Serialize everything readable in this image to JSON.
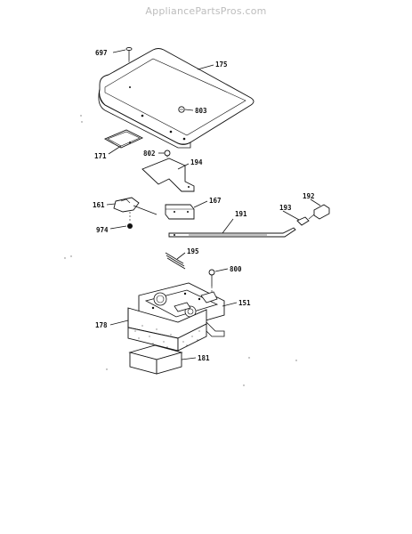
{
  "watermark": "AppliancePartsPros.com",
  "callouts": {
    "p697": "697",
    "p175": "175",
    "p803": "803",
    "p171": "171",
    "p802": "802",
    "p194": "194",
    "p161": "161",
    "p167": "167",
    "p191": "191",
    "p193": "193",
    "p192": "192",
    "p974": "974",
    "p195": "195",
    "p800": "800",
    "p151": "151",
    "p178": "178",
    "p181": "181"
  }
}
